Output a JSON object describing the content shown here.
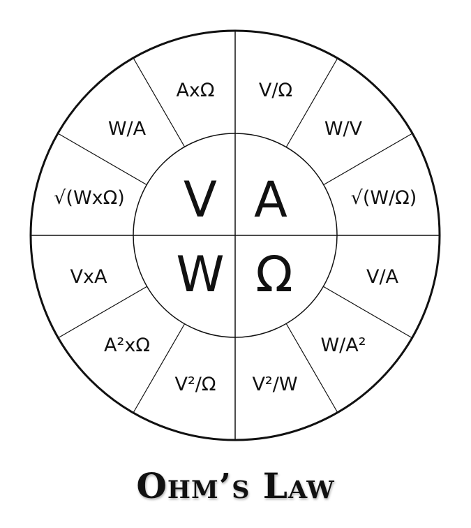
{
  "diagram": {
    "center": {
      "top_left": "V",
      "top_right": "A",
      "bottom_left": "W",
      "bottom_right": "Ω"
    },
    "segments": {
      "tr1": "V/Ω",
      "tr2": "W/V",
      "tr3": "√(W/Ω)",
      "br1": "V/A",
      "br2": "W/A²",
      "br3": "V²/W",
      "bl1": "V²/Ω",
      "bl2": "A²xΩ",
      "bl3": "VxA",
      "tl1": "√(WxΩ)",
      "tl2": "W/A",
      "tl3": "AxΩ"
    },
    "caption": "Ohm’s Law"
  }
}
